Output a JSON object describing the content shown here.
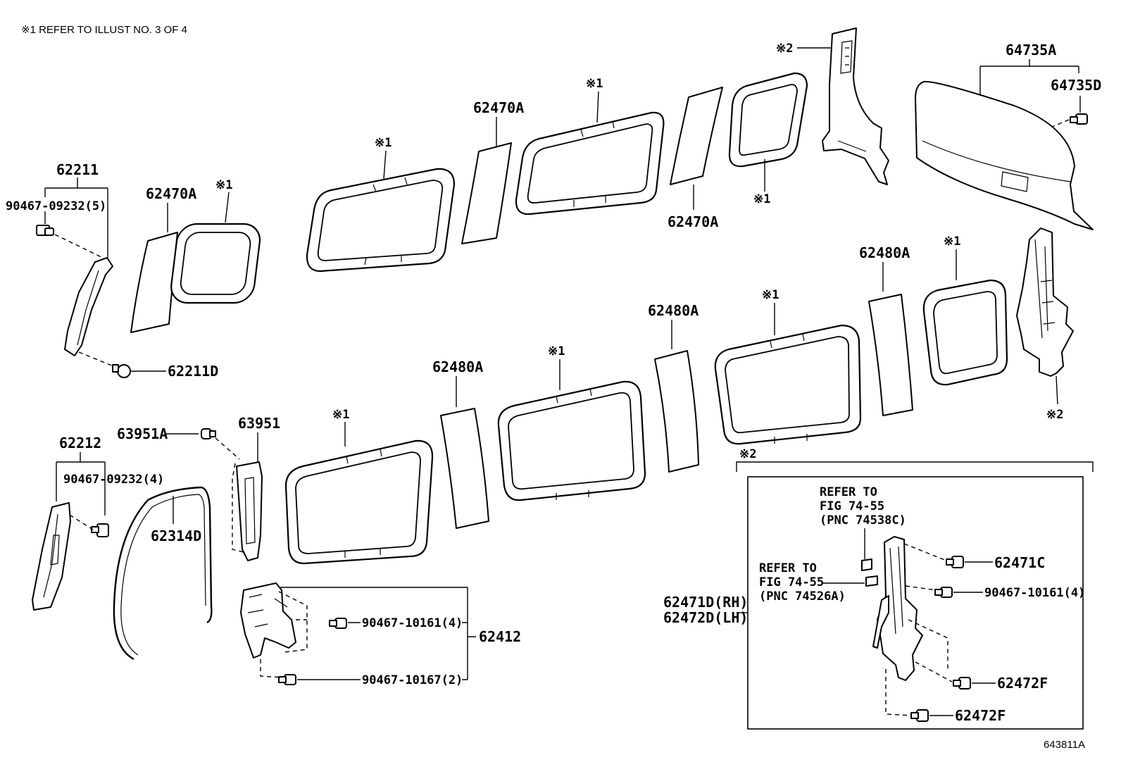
{
  "notes": {
    "refer_illust": "※1 REFER TO ILLUST NO. 3 OF 4",
    "diagram_id": "643811A"
  },
  "labels": {
    "p62211": "62211",
    "p90467_09232_5": "90467-09232(5)",
    "p62211D": "62211D",
    "p62470A_left": "62470A",
    "p62470A_mid": "62470A",
    "p62470A_right": "62470A",
    "p62212": "62212",
    "p90467_09232_4": "90467-09232(4)",
    "p63951A": "63951A",
    "p63951": "63951",
    "p62314D": "62314D",
    "p90467_10161_4": "90467-10161(4)",
    "p90467_10167_2": "90467-10167(2)",
    "p62412": "62412",
    "p62480A_1": "62480A",
    "p62480A_2": "62480A",
    "p62480A_3": "62480A",
    "p64735A": "64735A",
    "p64735D": "64735D",
    "p62471C": "62471C",
    "p90467_10161_4b": "90467-10161(4)",
    "p62472F_1": "62472F",
    "p62472F_2": "62472F",
    "p62471D_rh": "62471D(RH)",
    "p62472D_lh": "62472D(LH)"
  },
  "marks": {
    "ref1": "※1",
    "ref2": "※2"
  },
  "refer": {
    "a_line1": "REFER TO",
    "a_line2": "FIG 74-55",
    "a_line3": "(PNC 74538C)",
    "b_line1": "REFER TO",
    "b_line2": "FIG 74-55",
    "b_line3": "(PNC 74526A)"
  }
}
